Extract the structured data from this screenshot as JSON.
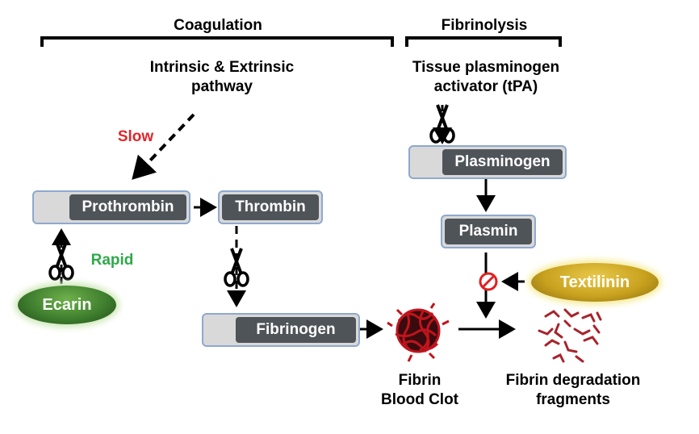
{
  "sections": {
    "coagulation": "Coagulation",
    "fibrinolysis": "Fibrinolysis"
  },
  "pathway_label": "Intrinsic & Extrinsic\npathway",
  "tpa_label": "Tissue plasminogen\nactivator (tPA)",
  "speed": {
    "slow": "Slow",
    "rapid": "Rapid"
  },
  "boxes": {
    "prothrombin": "Prothrombin",
    "thrombin": "Thrombin",
    "fibrinogen": "Fibrinogen",
    "plasminogen": "Plasminogen",
    "plasmin": "Plasmin"
  },
  "ovals": {
    "ecarin": "Ecarin",
    "textilinin": "Textilinin"
  },
  "clot_label": "Fibrin\nBlood Clot",
  "fragments_label": "Fibrin degradation\nfragments",
  "colors": {
    "slow": "#e0262b",
    "rapid": "#2ea84a",
    "box_dark": "#4f5459",
    "box_border": "#8fa8cf",
    "ecarin": "#3f7f2e",
    "textilinin": "#c9a21f",
    "clot": "#c0141c",
    "inhibit": "#e02020"
  },
  "icons": [
    "scissors-icon",
    "inhibit-icon",
    "blood-clot-icon",
    "fibrin-fragments-icon"
  ]
}
